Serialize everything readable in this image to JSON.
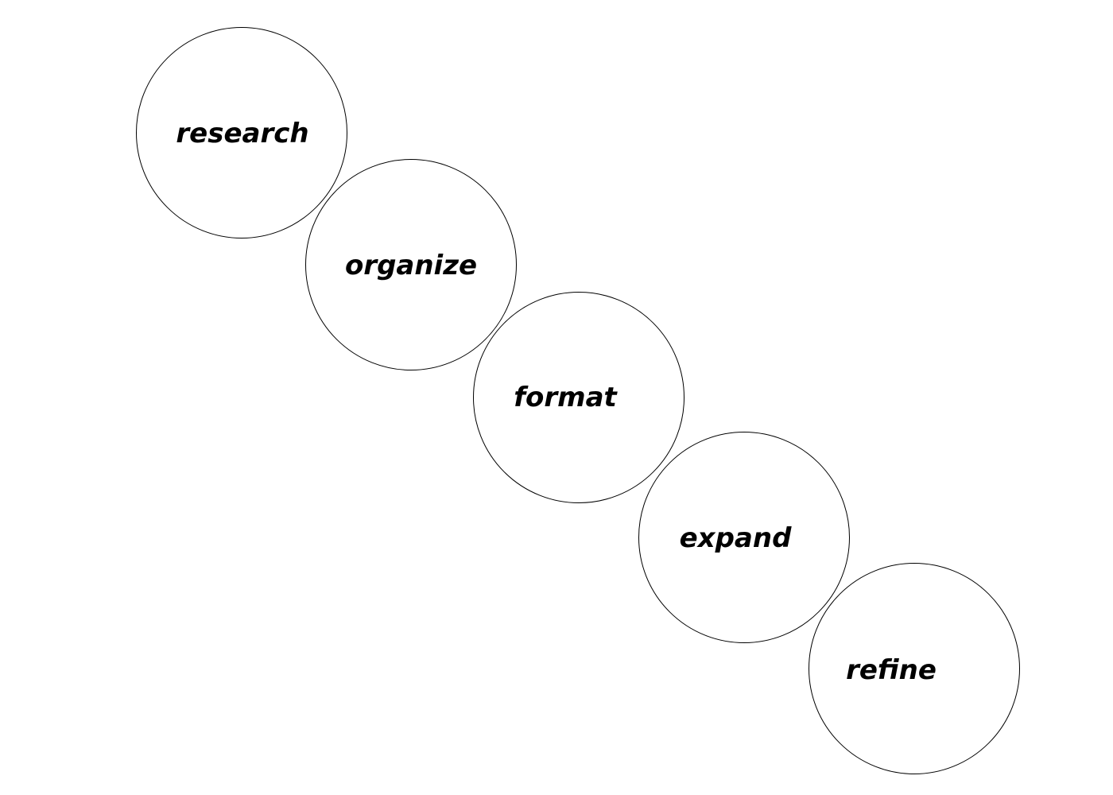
{
  "steps": [
    {
      "label": "research"
    },
    {
      "label": "organize"
    },
    {
      "label": "format"
    },
    {
      "label": "expand"
    },
    {
      "label": "refine"
    }
  ],
  "colors": {
    "background": "#ffffff",
    "stroke": "#000000",
    "text": "#000000"
  }
}
